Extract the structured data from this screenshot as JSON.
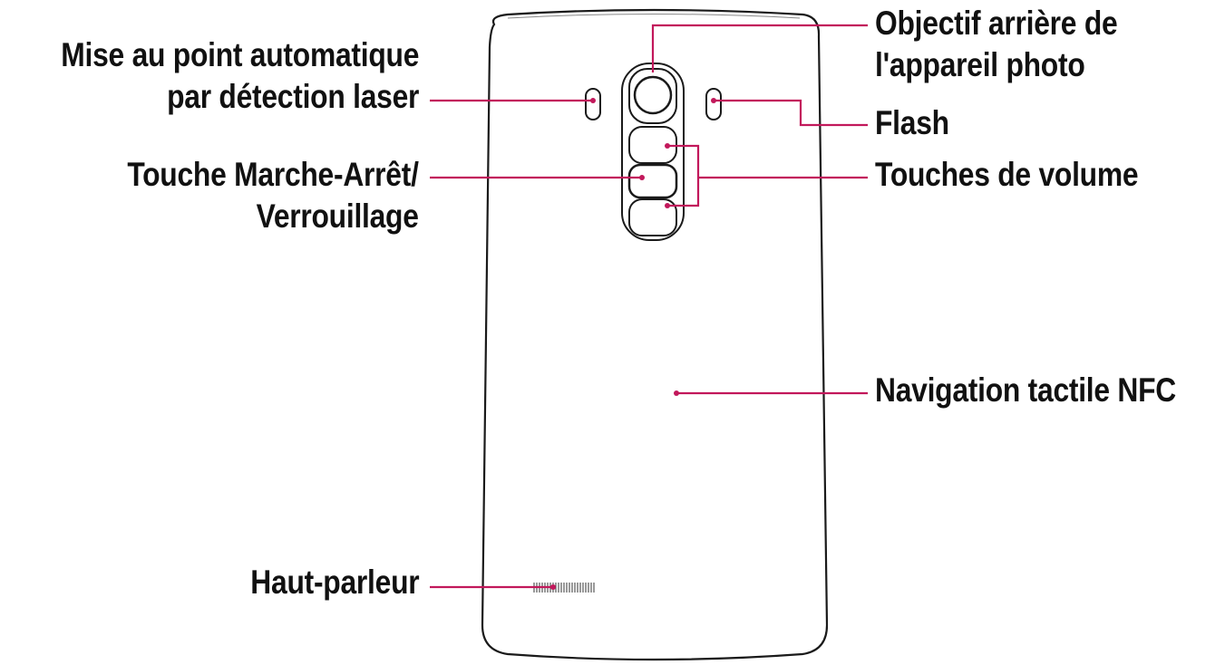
{
  "diagram": {
    "subject": "phone-back",
    "leader_color": "#c2185b",
    "outline_color": "#1a1a1a",
    "labels": {
      "laser_af": [
        "Mise au point automatique",
        "par détection laser"
      ],
      "power_lock": [
        "Touche Marche-Arrêt/",
        "Verrouillage"
      ],
      "speaker": [
        "Haut-parleur"
      ],
      "rear_camera": [
        "Objectif arrière de",
        "l'appareil photo"
      ],
      "flash": [
        "Flash"
      ],
      "volume_keys": [
        "Touches de volume"
      ],
      "nfc": [
        "Navigation tactile NFC"
      ]
    }
  }
}
